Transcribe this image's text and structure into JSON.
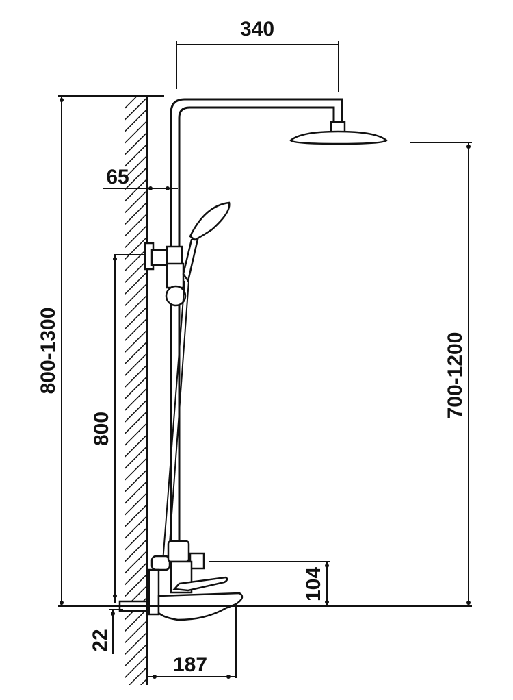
{
  "diagram": {
    "title": "Shower column installation dimensions",
    "dimensions": {
      "arm_reach": "340",
      "wall_offset": "65",
      "total_height": "800-1300",
      "head_height": "700-1200",
      "bracket_height": "800",
      "mixer_height": "104",
      "below_floor": "22",
      "spout_reach": "187"
    },
    "line_color": "#111111",
    "background": "#ffffff"
  }
}
